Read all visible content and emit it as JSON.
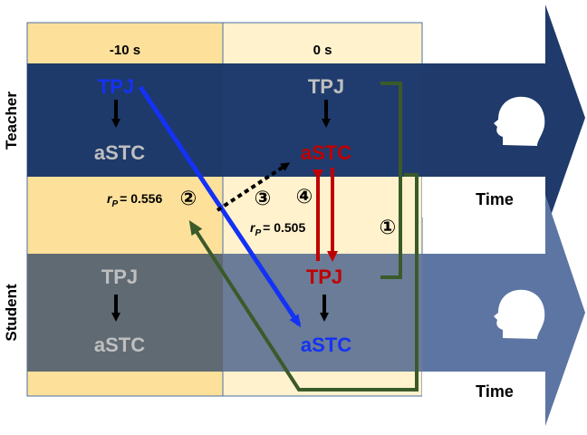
{
  "columns": {
    "left_label": "-10 s",
    "right_label": "0 s"
  },
  "rows": {
    "teacher_label": "Teacher",
    "student_label": "Student"
  },
  "teacher": {
    "left_top": "TPJ",
    "left_bottom": "aSTC",
    "right_top": "TPJ",
    "right_bottom": "aSTC",
    "time_label": "Time"
  },
  "student": {
    "left_top": "TPJ",
    "left_bottom": "aSTC",
    "right_top": "TPJ",
    "right_bottom": "aSTC",
    "time_label": "Time"
  },
  "stats": {
    "rp_left_symbol": "r",
    "rp_left_sub": "P",
    "rp_left_value": "= 0.556",
    "rp_right_symbol": "r",
    "rp_right_sub": "P",
    "rp_right_value": "= 0.505"
  },
  "markers": {
    "m1": "①",
    "m2": "②",
    "m3": "③",
    "m4": "④"
  },
  "icons": {
    "teacher_head": "head-profile-icon",
    "student_head": "head-profile-icon"
  },
  "colors": {
    "col_left": "#fde09a",
    "col_right": "#fff2cc",
    "teacher_band": "#1f3a6b",
    "teacher_arrow": "#1f3a6b",
    "student_band": "#5f6e7e",
    "student_arrow": "#5c75a3",
    "blue": "#1432f5",
    "red": "#c00000",
    "green": "#3a5a2a",
    "gray_text": "#bfbfbf"
  }
}
